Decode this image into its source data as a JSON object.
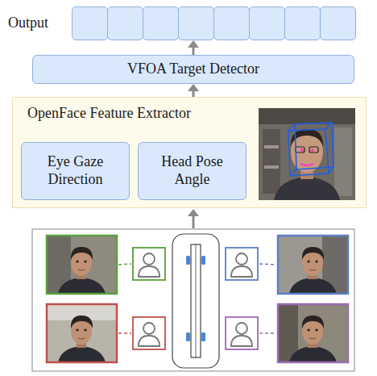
{
  "diagram": {
    "nodes": [
      {
        "text": [
          "Output"
        ]
      },
      {
        "text": [
          "VFOA Target Detector"
        ]
      },
      {
        "text": [
          "OpenFace Feature Extractor"
        ]
      },
      {
        "text": [
          "Eye Gaze Direction"
        ],
        "in": 2
      },
      {
        "text": [
          "Head Pose Angle"
        ],
        "in": 2
      }
    ],
    "edges": [
      {
        "from": 1,
        "to": 0,
        "arrow": "to"
      },
      {
        "from": 2,
        "to": 1,
        "arrow": "to"
      }
    ]
  }
}
